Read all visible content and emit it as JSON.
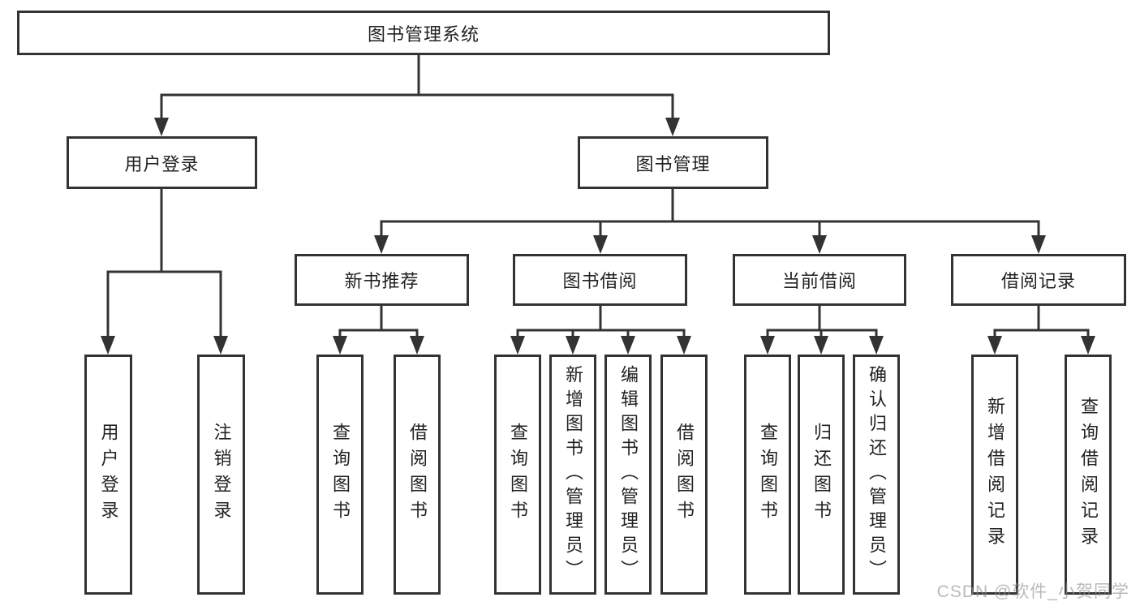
{
  "diagram": {
    "type": "hierarchy-tree",
    "colors": {
      "line": "#333333",
      "box_border": "#333333",
      "text": "#222222",
      "background": "#ffffff",
      "watermark": "#8f8f8f"
    },
    "watermark": "CSDN @软件_小贺同学",
    "nodes": {
      "root": {
        "label": "图书管理系统"
      },
      "user_login": {
        "label": "用户登录"
      },
      "book_mgmt": {
        "label": "图书管理"
      },
      "new_book_rec": {
        "label": "新书推荐"
      },
      "book_borrow": {
        "label": "图书借阅"
      },
      "current_borrow": {
        "label": "当前借阅"
      },
      "borrow_records": {
        "label": "借阅记录"
      },
      "leaf_user_login": {
        "label": "用户登录"
      },
      "leaf_logout": {
        "label": "注销登录"
      },
      "leaf_query_book_rec": {
        "label": "查询图书"
      },
      "leaf_borrow_book_rec": {
        "label": "借阅图书"
      },
      "leaf_query_book_borrow": {
        "label": "查询图书"
      },
      "leaf_add_book": {
        "label": "新增图书（管理员）"
      },
      "leaf_edit_book": {
        "label": "编辑图书（管理员）"
      },
      "leaf_borrow_book_borrow": {
        "label": "借阅图书"
      },
      "leaf_query_book_current": {
        "label": "查询图书"
      },
      "leaf_return_book": {
        "label": "归还图书"
      },
      "leaf_confirm_return": {
        "label": "确认归还（管理员）"
      },
      "leaf_add_borrow_record": {
        "label": "新增借阅记录"
      },
      "leaf_query_borrow_record": {
        "label": "查询借阅记录"
      }
    },
    "edges": [
      [
        "图书管理系统",
        "用户登录"
      ],
      [
        "图书管理系统",
        "图书管理"
      ],
      [
        "用户登录",
        "用户登录"
      ],
      [
        "用户登录",
        "注销登录"
      ],
      [
        "图书管理",
        "新书推荐"
      ],
      [
        "图书管理",
        "图书借阅"
      ],
      [
        "图书管理",
        "当前借阅"
      ],
      [
        "图书管理",
        "借阅记录"
      ],
      [
        "新书推荐",
        "查询图书"
      ],
      [
        "新书推荐",
        "借阅图书"
      ],
      [
        "图书借阅",
        "查询图书"
      ],
      [
        "图书借阅",
        "新增图书（管理员）"
      ],
      [
        "图书借阅",
        "编辑图书（管理员）"
      ],
      [
        "图书借阅",
        "借阅图书"
      ],
      [
        "当前借阅",
        "查询图书"
      ],
      [
        "当前借阅",
        "归还图书"
      ],
      [
        "当前借阅",
        "确认归还（管理员）"
      ],
      [
        "借阅记录",
        "新增借阅记录"
      ],
      [
        "借阅记录",
        "查询借阅记录"
      ]
    ]
  }
}
